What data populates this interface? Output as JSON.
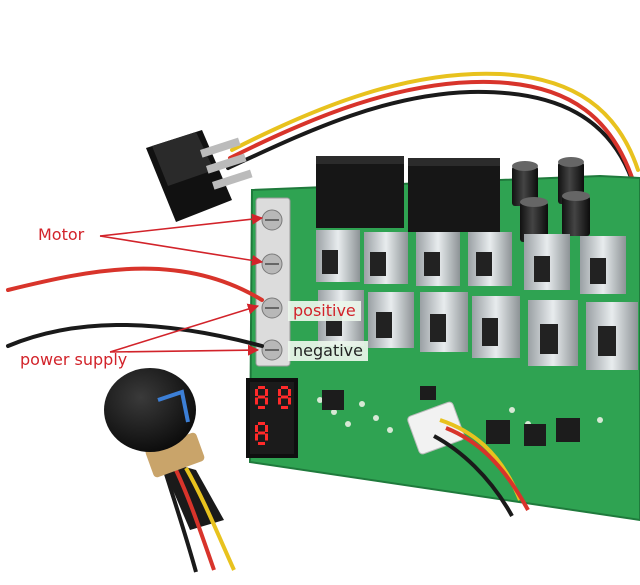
{
  "image": {
    "kind": "photo",
    "subject": "DC motor speed controller board with rocker switch, potentiometer knob and LED display"
  },
  "annotations": {
    "motor": "Motor",
    "power_supply": "power supply",
    "positive": "positive",
    "negative": "negative"
  },
  "display": {
    "digits": "888"
  },
  "colors": {
    "annotation_text": "#d2232a",
    "arrow": "#d2232a",
    "pcb": "#2fa352",
    "led": "#ff2a2a",
    "wire_red": "#d8342b",
    "wire_yellow": "#e8c21e",
    "wire_black": "#1a1a1a"
  }
}
